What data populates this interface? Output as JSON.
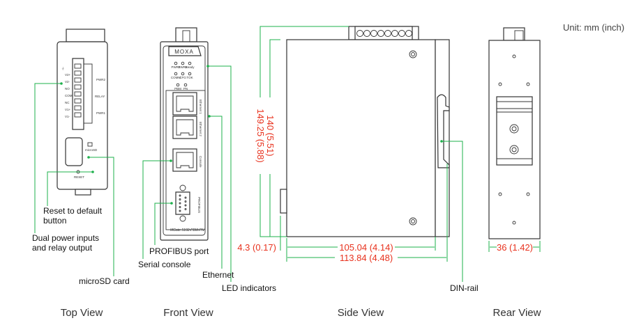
{
  "unit": "Unit: mm (inch)",
  "views": {
    "top": "Top View",
    "front": "Front View",
    "side": "Side View",
    "rear": "Rear View"
  },
  "callouts": {
    "reset_1": "Reset to default",
    "reset_2": "button",
    "power_1": "Dual power inputs",
    "power_2": "and relay output",
    "microsd": "microSD card",
    "profibus": "PROFIBUS port",
    "serial": "Serial console",
    "ethernet": "Ethernet",
    "led": "LED indicators",
    "dinrail": "DIN-rail"
  },
  "dimensions": {
    "total_height": "149.25 (5.88)",
    "body_height": "140 (5.51)",
    "tab_depth": "4.3 (0.17)",
    "body_depth": "105.04 (4.14)",
    "total_depth": "113.84 (4.48)",
    "width": "36 (1.42)"
  },
  "device": {
    "brand": "MOXA",
    "model": "MGate 5102-PBM-PN",
    "leds_row1": [
      "PWR1",
      "PWR2",
      "Ready"
    ],
    "leds_row2": [
      "COMM",
      "CFG",
      "TOK"
    ],
    "leds_row3": [
      "PBM",
      "PN"
    ],
    "ports": [
      "Ethernet 1",
      "Ethernet 2",
      "Console",
      "PROFIBUS"
    ],
    "terminals": [
      "⏚",
      "V2+",
      "V2-",
      "NO",
      "COM",
      "NC",
      "V1+",
      "V1-"
    ],
    "terminal_groups": [
      "PWR2",
      "RELAY",
      "PWR1"
    ],
    "microsd_label": "microSD",
    "reset_label": "RESET"
  },
  "colors": {
    "leader": "#1db04b",
    "dimension": "#e8321e"
  }
}
